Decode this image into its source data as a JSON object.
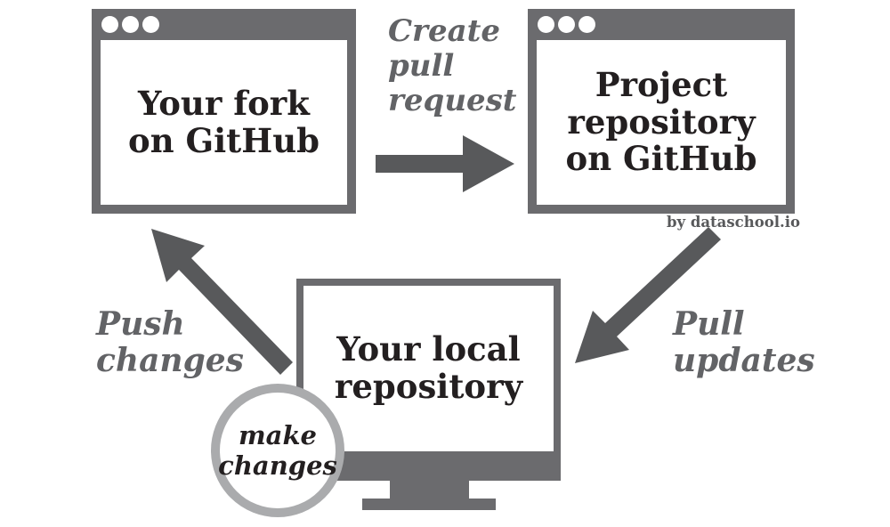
{
  "diagram": {
    "type": "flow-diagram",
    "subject": "GitHub fork and pull-request workflow"
  },
  "windows": {
    "fork": {
      "label": "Your fork\non GitHub"
    },
    "project": {
      "label": "Project\nrepository\non GitHub"
    }
  },
  "monitor": {
    "label": "Your local\nrepository"
  },
  "circle": {
    "label": "make\nchanges"
  },
  "arrows": {
    "create_pr": {
      "label": "Create\npull\nrequest",
      "direction": "right"
    },
    "push": {
      "label": "Push\nchanges",
      "direction": "up-left"
    },
    "pull": {
      "label": "Pull\nupdates",
      "direction": "down-left"
    }
  },
  "credit": "by dataschool.io",
  "colors": {
    "frame_gray": "#6b6b6e",
    "arrow_gray": "#58595b",
    "label_gray": "#626366",
    "circle_border_gray": "#aaabad",
    "text_black": "#231f20",
    "background": "#ffffff"
  }
}
